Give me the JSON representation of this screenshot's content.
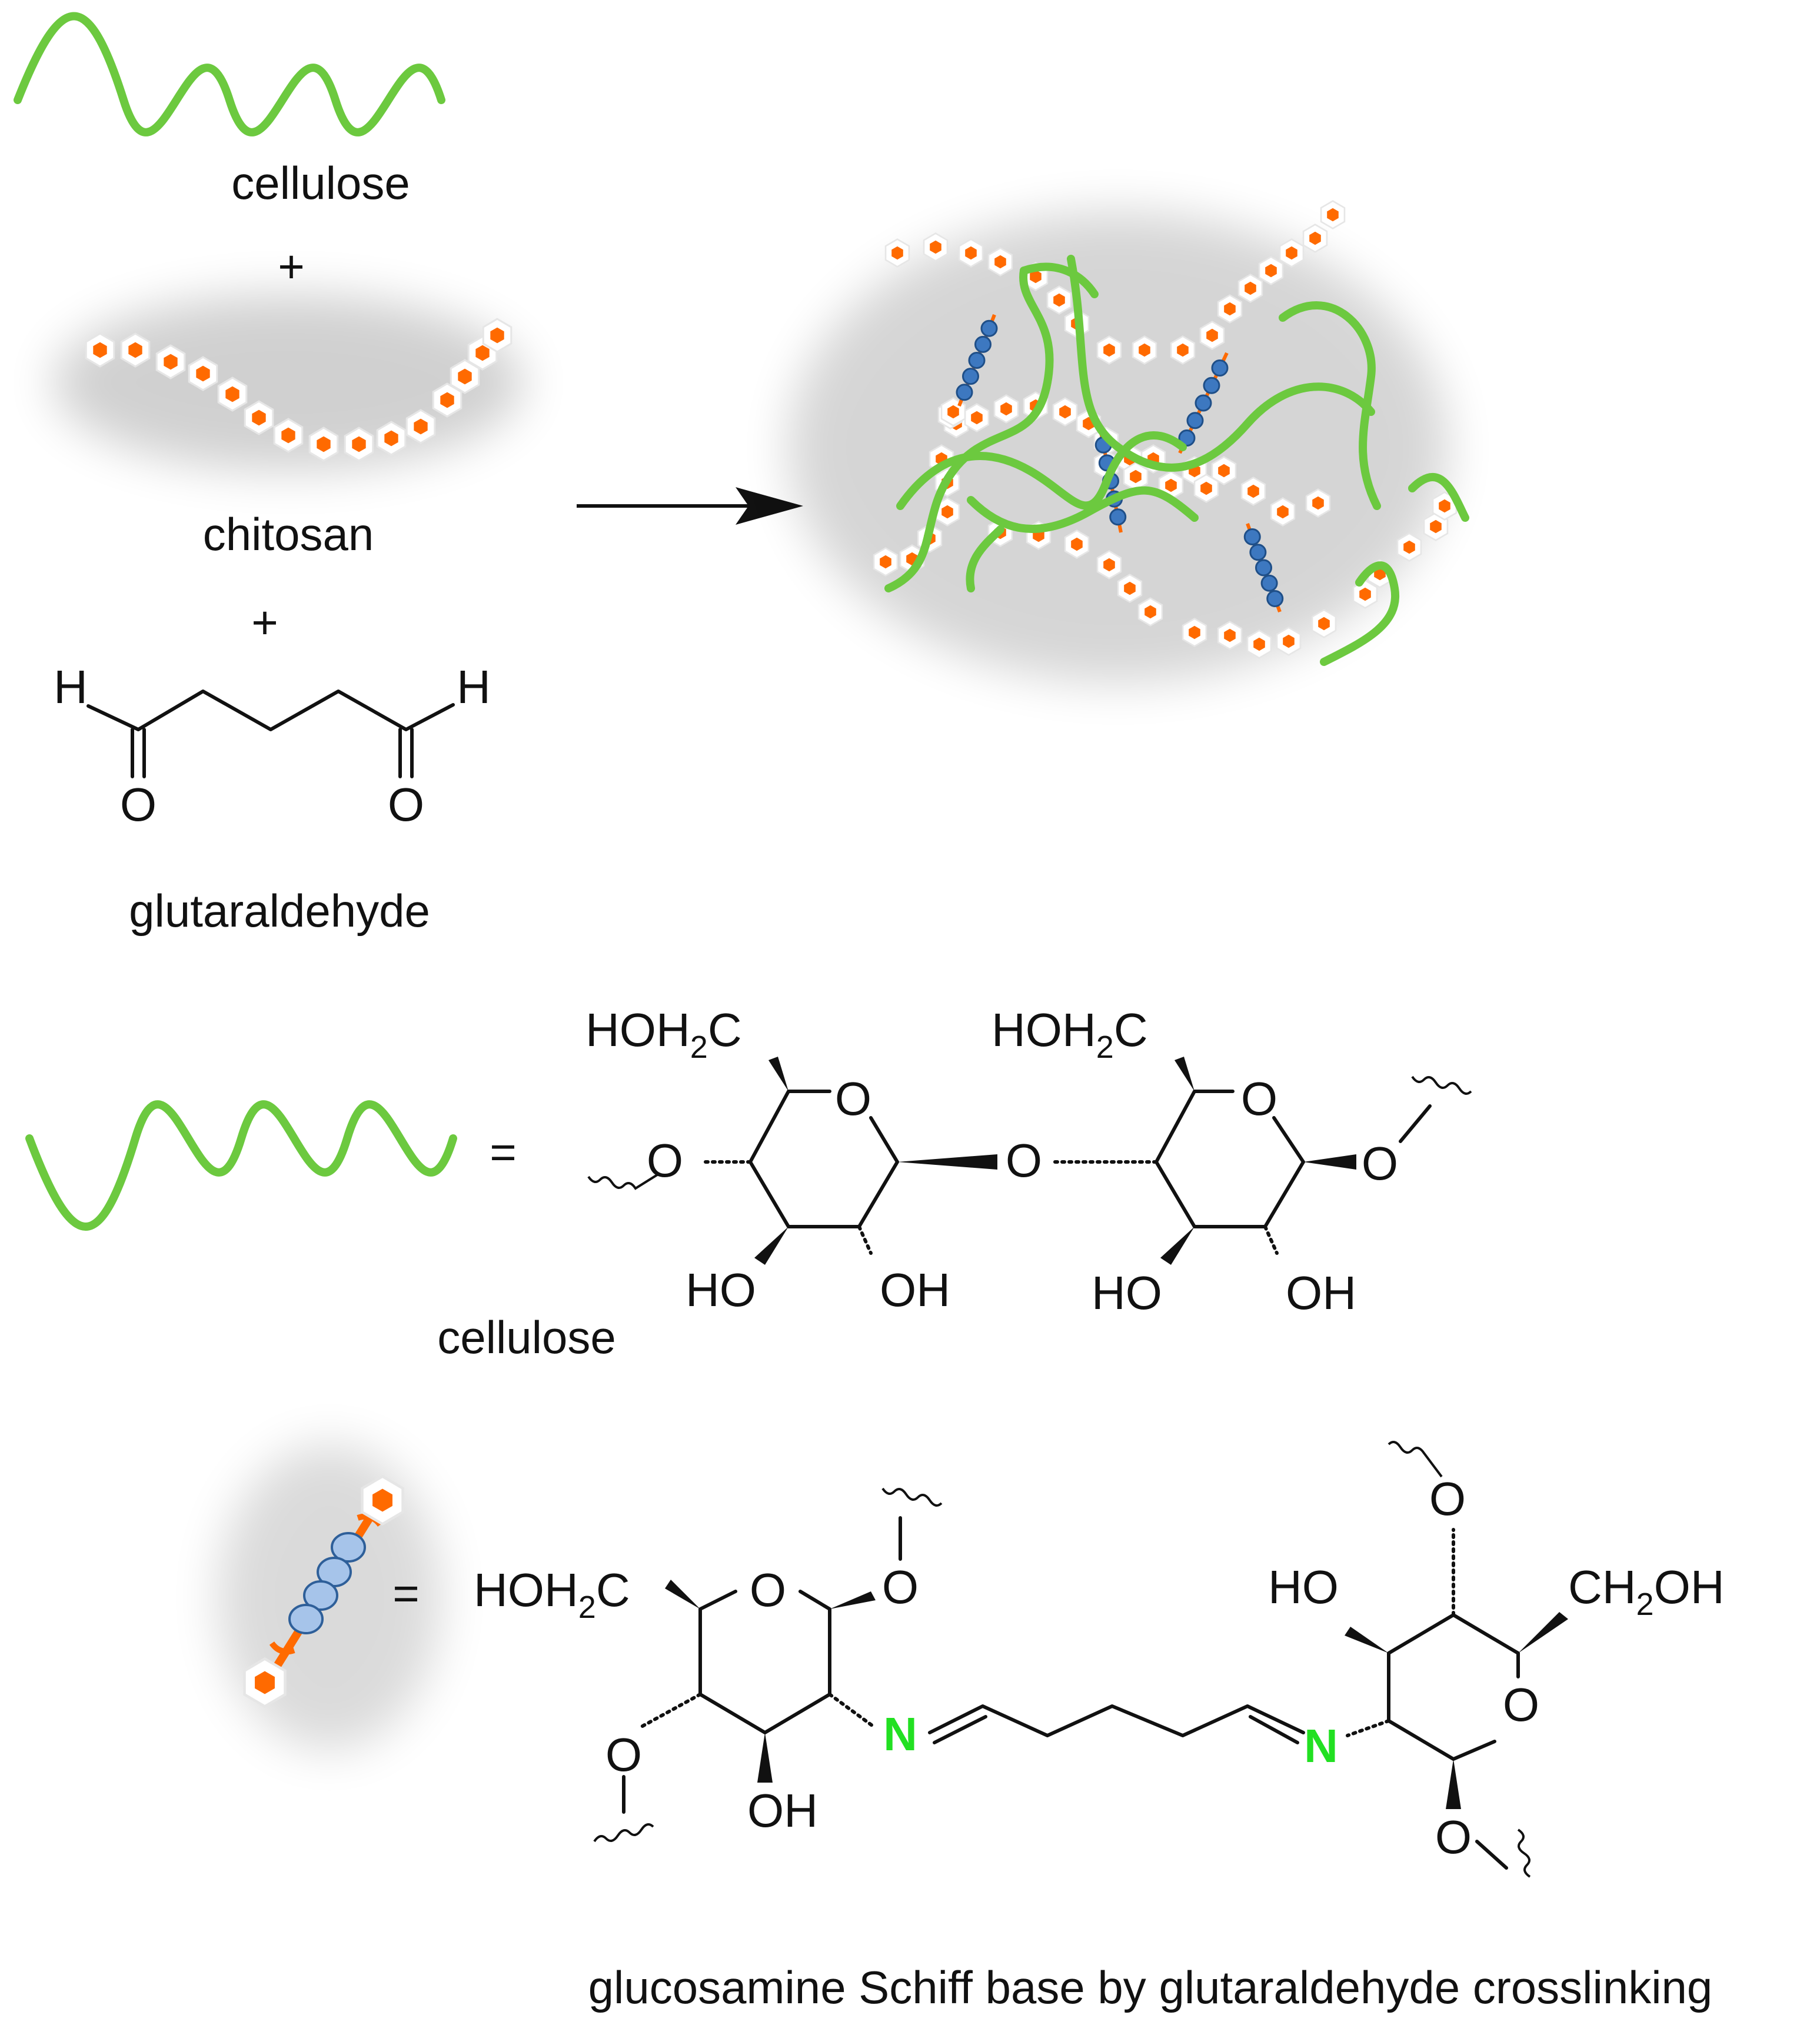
{
  "labels": {
    "cellulose_top": "cellulose",
    "plus_1": "+",
    "chitosan": "chitosan",
    "plus_2": "+",
    "glutaraldehyde": "glutaraldehyde",
    "equals_cellulose": "=",
    "cellulose_bottom": "cellulose",
    "equals_crosslink": "=",
    "caption": "glucosamine Schiff base by glutaraldehyde crosslinking"
  },
  "glutaraldehyde_atoms": {
    "h_left": "H",
    "h_right": "H",
    "o_left": "O",
    "o_right": "O"
  },
  "cellulose_atoms": {
    "ch2oh_1": "HOH",
    "sub_1": "2",
    "c_1": "C",
    "ring_o_1": "O",
    "o_left": "O",
    "o_bridge": "O",
    "ho_1": "HO",
    "oh_1": "OH",
    "ch2oh_2": "HOH",
    "sub_2": "2",
    "c_2": "C",
    "ring_o_2": "O",
    "o_right": "O",
    "ho_2": "HO",
    "oh_2": "OH"
  },
  "schiff_atoms": {
    "ch2oh_l": "HOH",
    "sub_l": "2",
    "c_l": "C",
    "ring_o_l": "O",
    "o_top_l": "O",
    "o_bottom_l": "O",
    "oh_l": "OH",
    "n_left": "N",
    "n_right": "N",
    "ho_r": "HO",
    "o_top_r": "O",
    "ch2oh_r": "CH",
    "sub_r": "2",
    "oh_r_suffix": "OH",
    "ring_o_r": "O",
    "o_bottom_r": "O"
  },
  "colors": {
    "cellulose_chain": "#6cc93f",
    "chitosan_unit": "#ff6a00",
    "crosslinker": "#3d78c0",
    "imine_nitrogen": "#22e022",
    "text": "#111111"
  }
}
